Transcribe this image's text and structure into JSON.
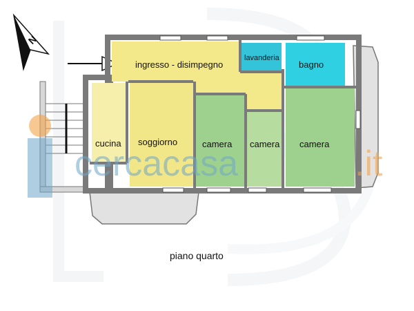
{
  "floor_plan": {
    "floor_label": "piano quarto",
    "rooms": {
      "ingresso": "ingresso - disimpegno",
      "lavanderia": "lavanderia",
      "bagno": "bagno",
      "cucina": "cucina",
      "soggiorno": "soggiorno",
      "camera_1": "camera",
      "camera_2": "camera",
      "camera_3": "camera"
    },
    "colors": {
      "ingresso": "#f3e98a",
      "cucina": "#f6efab",
      "soggiorno": "#f1e688",
      "camera": "#9ed18e",
      "camera_light": "#b6dca0",
      "lavanderia": "#33c4d9",
      "bagno": "#2fd0e2",
      "wall": "#7a7a7a"
    }
  },
  "watermark": {
    "brand": "cercacasa",
    "domain": ".it"
  },
  "north_arrow": {
    "letter": "N"
  }
}
